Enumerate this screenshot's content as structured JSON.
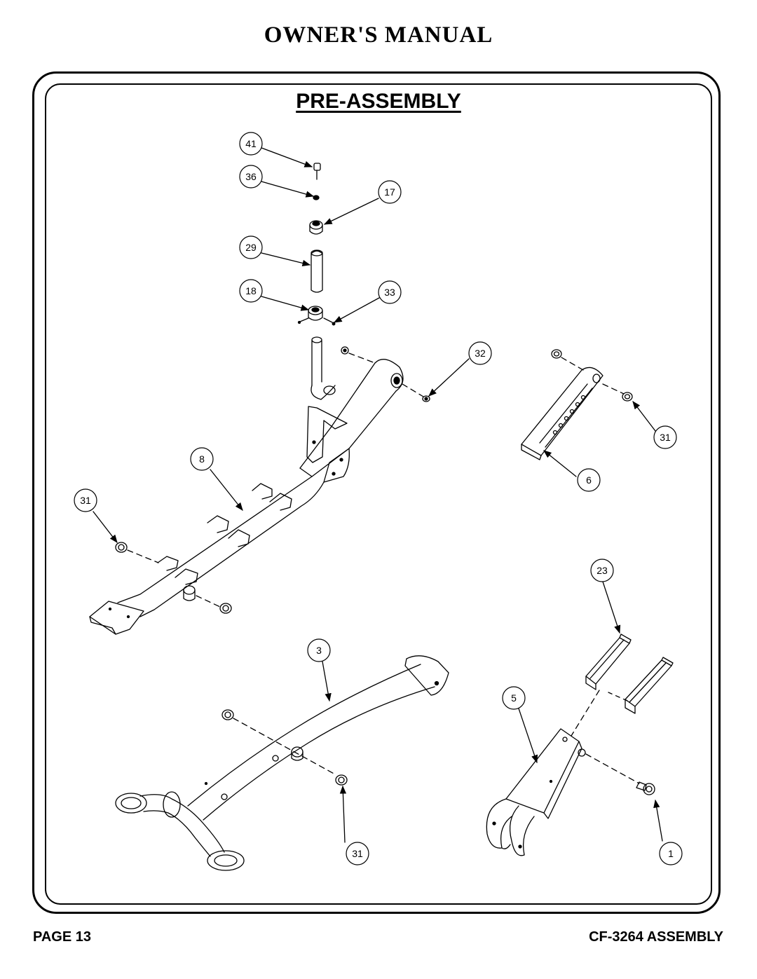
{
  "header": {
    "title": "OWNER'S MANUAL"
  },
  "section": {
    "title": "PRE-ASSEMBLY"
  },
  "footer": {
    "page": "PAGE 13",
    "model": "CF-3264 ASSEMBLY"
  },
  "callouts": {
    "c41": "41",
    "c36": "36",
    "c17": "17",
    "c29": "29",
    "c18": "18",
    "c33": "33",
    "c32": "32",
    "c8": "8",
    "c31a": "31",
    "c31b": "31",
    "c6": "6",
    "c23": "23",
    "c3": "3",
    "c5": "5",
    "c31c": "31",
    "c1": "1"
  }
}
